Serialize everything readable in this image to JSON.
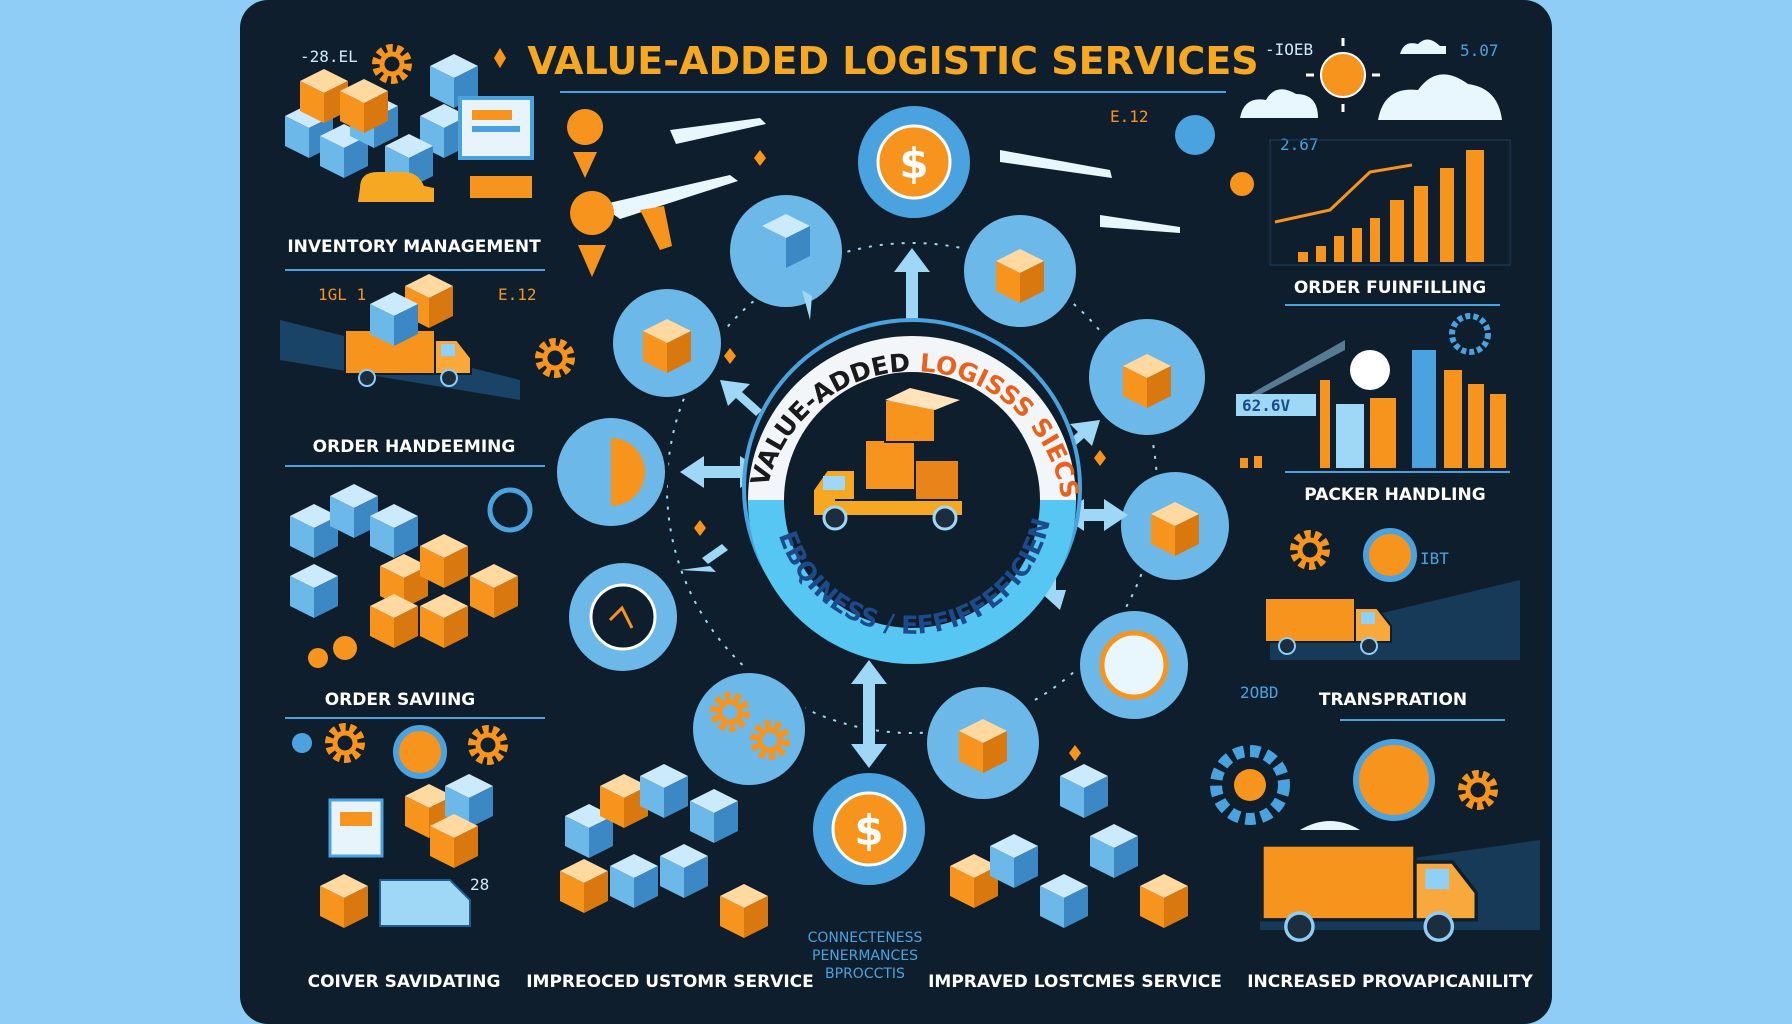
{
  "title": "VALUE-ADDED LOGISTIC SERVICES",
  "emblem": {
    "top_text_dark": "VALUE-ADDED ",
    "top_text_orange": "LOGISSS SIECS",
    "bottom_text": "EBQINESS / EFFIFFEFICIENVY"
  },
  "left_sections": [
    {
      "label": "INVENTORY MANAGEMENT"
    },
    {
      "label": "ORDER HANDEEMING"
    },
    {
      "label": "ORDER SAVIING"
    },
    {
      "label": "COIVER SAVIDATING"
    }
  ],
  "right_sections": [
    {
      "label": "ORDER FUINFILLING"
    },
    {
      "label": "PACKER HANDLING"
    },
    {
      "label": "TRANSPRATION"
    },
    {
      "label": "INCREASED PROVAPICANILITY"
    }
  ],
  "bottom_sections": [
    {
      "label": "IMPREOCED USTOMR SERVICE"
    },
    {
      "label": "IMPRAVED LOSTCMES SERVICE"
    }
  ],
  "center_note": [
    "CONNECTENESS",
    "PENERMANCES",
    "BPROCCTIS"
  ],
  "decor_numbers": {
    "top_left": "-28.EL",
    "top_right": "5.07",
    "chart_value": "2.67",
    "plane_value": "E.12",
    "left_a": "1GL 1",
    "left_b": "E.12",
    "packer_value": "62.6V",
    "bottom_left": "28",
    "side_badge": "IBT",
    "cloud_tag": "-IOEB",
    "transport_tag": "2OBD"
  },
  "symbols": {
    "currency": "$"
  },
  "colors": {
    "background": "#8fcdf6",
    "panel": "#0f1e2c",
    "accent_orange": "#f7941d",
    "accent_blue": "#4aa3df",
    "light_blue": "#9fd8f7",
    "title": "#f7a823"
  },
  "icons": [
    "gear-icon",
    "location-pin-icon",
    "airplane-icon",
    "dollar-icon",
    "box-icon",
    "truck-icon",
    "sun-icon",
    "cloud-icon",
    "bar-chart-icon",
    "clock-icon",
    "pie-chart-icon",
    "arrow-icon"
  ]
}
